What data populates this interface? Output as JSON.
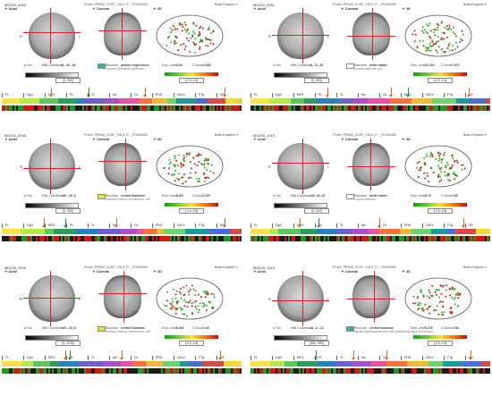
{
  "panels": [
    {
      "id": "MD203_0060",
      "probe": "Probe: PPMAI_CUSF_C5L5_P..._FH000065",
      "tabs": [
        "Axial",
        "Coronal",
        "3D"
      ],
      "explorer": "Brain Explorer",
      "coord_label": "MNI Coordinate",
      "coord": "8, -45, -49",
      "structure_label": "Structure",
      "structure": "pontine tegmentum",
      "structure_sub": "superior cerebellar peduncle",
      "expr_label": "Expr. Level",
      "expr": "3.58",
      "zscore_label": "Z-Score",
      "zscore": "0.838",
      "gray_range": "[0, 990]",
      "z_range": "[-2.5, 2.5]",
      "swatch_color": "#3bb39c",
      "strip_labels": [
        "FL",
        "CgG",
        "MFG",
        "PL",
        "TL",
        "Ins",
        "OL",
        "PHG",
        "CbCx",
        "FTg",
        "MY"
      ],
      "arrows": [
        {
          "color": "#2a8a3a",
          "pos": 0.37
        },
        {
          "color": "#d46a1e",
          "pos": 0.21
        },
        {
          "color": "#d46a1e",
          "pos": 0.61
        },
        {
          "color": "#d46a1e",
          "pos": 0.95
        }
      ]
    },
    {
      "id": "MD203_0091",
      "probe": "Probe: PPMAI_CUSF_C5L5_P..._FH000065",
      "tabs": [
        "Axial",
        "Coronal",
        "3D"
      ],
      "explorer": "Brain Explorer",
      "coord_label": "MNI Coordinate",
      "coord": "6, -11, 25",
      "structure_label": "Structure",
      "structure": "white matter",
      "structure_sub": "corpus callosum (cc)",
      "expr_label": "Expr. Level",
      "expr": "10.216",
      "zscore_label": "Z-Score",
      "zscore": "2.572",
      "gray_range": "[0, 900]",
      "z_range": "[-2.5, 2.5]",
      "swatch_color": "#ffffff",
      "strip_labels": [
        "FL",
        "CgG",
        "MFG",
        "PL",
        "TL",
        "Ins",
        "OL",
        "PHG",
        "CbCx",
        "FTg",
        "MY"
      ],
      "arrows": [
        {
          "color": "#2a8a3a",
          "pos": 0.67
        },
        {
          "color": "#d46a1e",
          "pos": 0.33
        },
        {
          "color": "#d46a1e",
          "pos": 0.6
        },
        {
          "color": "#d46a1e",
          "pos": 0.93
        }
      ]
    },
    {
      "id": "MD203_5030",
      "probe": "Probe: PPMAI_CUSF_C5L5_P..._FH000065",
      "tabs": [
        "Axial",
        "Coronal",
        "3D"
      ],
      "explorer": "Brain Explorer",
      "coord_label": "MNI Coordinate",
      "coord": "-20, -20, 8",
      "structure_label": "Structure",
      "structure": "ventral thalamus",
      "structure_sub": "reticular nucleus of thalamus, left",
      "expr_label": "Expr. Level",
      "expr": "6.821",
      "zscore_label": "Z-Score",
      "zscore": "2.057",
      "gray_range": "[0, 900]",
      "z_range": "[-2.5, 2.5]",
      "swatch_color": "#e6e62a",
      "strip_labels": [
        "FL",
        "CgG",
        "MFG",
        "PL",
        "TL",
        "Ins",
        "OL",
        "PHG",
        "CbCx",
        "FTg",
        "MY"
      ],
      "arrows": [
        {
          "color": "#2a8a3a",
          "pos": 0.27
        },
        {
          "color": "#d46a1e",
          "pos": 0.18
        },
        {
          "color": "#d46a1e",
          "pos": 0.49
        },
        {
          "color": "#d46a1e",
          "pos": 0.95
        }
      ]
    },
    {
      "id": "MD203_1019",
      "probe": "Probe: PPMAI_CUSF_C5L5_P..._FH000065",
      "tabs": [
        "Axial",
        "Coronal",
        "3D"
      ],
      "explorer": "Brain Explorer",
      "coord_label": "MNI Coordinate",
      "coord": "-19, 16, 22",
      "structure_label": "Structure",
      "structure": "white matter",
      "structure_sub": "corpus callosum",
      "expr_label": "Expr. Level",
      "expr": "6.75",
      "zscore_label": "Z-Score",
      "zscore": "1.85",
      "gray_range": "[0, 119]",
      "z_range": "[-2.5, 2.5]",
      "swatch_color": "#ffffff",
      "strip_labels": [
        "FL",
        "CgG",
        "MFG",
        "PL",
        "TL",
        "Ins",
        "OL",
        "PHG",
        "CbCx",
        "FTg",
        "MY"
      ],
      "arrows": [
        {
          "color": "#2a8a3a",
          "pos": 0.29
        },
        {
          "color": "#d46a1e",
          "pos": 0.21
        },
        {
          "color": "#d46a1e",
          "pos": 0.55
        },
        {
          "color": "#d46a1e",
          "pos": 0.91
        }
      ]
    },
    {
      "id": "MD203_0509",
      "probe": "Probe: PPMAI_CUSF_C5L5_P..._FH000065",
      "tabs": [
        "Axial",
        "Coronal",
        "3D"
      ],
      "explorer": "Brain Explorer",
      "coord_label": "MNI Coordinate",
      "coord": "-20, -20, 8",
      "structure_label": "Structure",
      "structure": "ventral thalamus",
      "structure_sub": "reticular nucleus of thalamus, left",
      "expr_label": "Expr. Level",
      "expr": "6.845",
      "zscore_label": "Z-Score",
      "zscore": "2.05",
      "gray_range": "[0, 2190]",
      "z_range": "[-2.5, 2.5]",
      "swatch_color": "#e6e62a",
      "strip_labels": [
        "FL",
        "CgG",
        "MFG",
        "PL",
        "TL",
        "Ins",
        "OL",
        "PHG",
        "CbCx",
        "FTg",
        "MY"
      ],
      "arrows": [
        {
          "color": "#2a8a3a",
          "pos": 0.29
        },
        {
          "color": "#d46a1e",
          "pos": 0.27
        },
        {
          "color": "#d46a1e",
          "pos": 0.51
        },
        {
          "color": "#d46a1e",
          "pos": 0.93
        }
      ]
    },
    {
      "id": "MD203_1515",
      "probe": "Probe: PPMAI_CUSF_C5L5_P..._FH000065",
      "tabs": [
        "Axial",
        "Coronal",
        "3D"
      ],
      "explorer": "Brain Explorer",
      "coord_label": "MNI Coordinate",
      "coord": "-4, -2, -12",
      "structure_label": "Structure",
      "structure": "ventral thalamus",
      "structure_sub": "lateral hypothalamic area, left (substantia nigra, left border)",
      "expr_label": "Expr. Level",
      "expr": "9.278",
      "zscore_label": "Z-Score",
      "zscore": "-0.86",
      "gray_range": "[990, 999]",
      "z_range": "[-2.5, 2.5]",
      "swatch_color": "#3bb39c",
      "strip_labels": [
        "FL",
        "CgG",
        "MFG",
        "PL",
        "TL",
        "Ins",
        "OL",
        "PHG",
        "CbCx",
        "FTg",
        "MY"
      ],
      "arrows": [
        {
          "color": "#2a8a3a",
          "pos": 0.28
        },
        {
          "color": "#d46a1e",
          "pos": 0.44
        },
        {
          "color": "#d46a1e",
          "pos": 0.58
        },
        {
          "color": "#d46a1e",
          "pos": 0.94
        }
      ]
    }
  ],
  "colors": {
    "accent_red": "#d22222",
    "green_dot": "#22b822",
    "red_dot": "#d21a1a",
    "arrow_green": "#2a8a3a",
    "arrow_orange": "#d46a1e"
  }
}
